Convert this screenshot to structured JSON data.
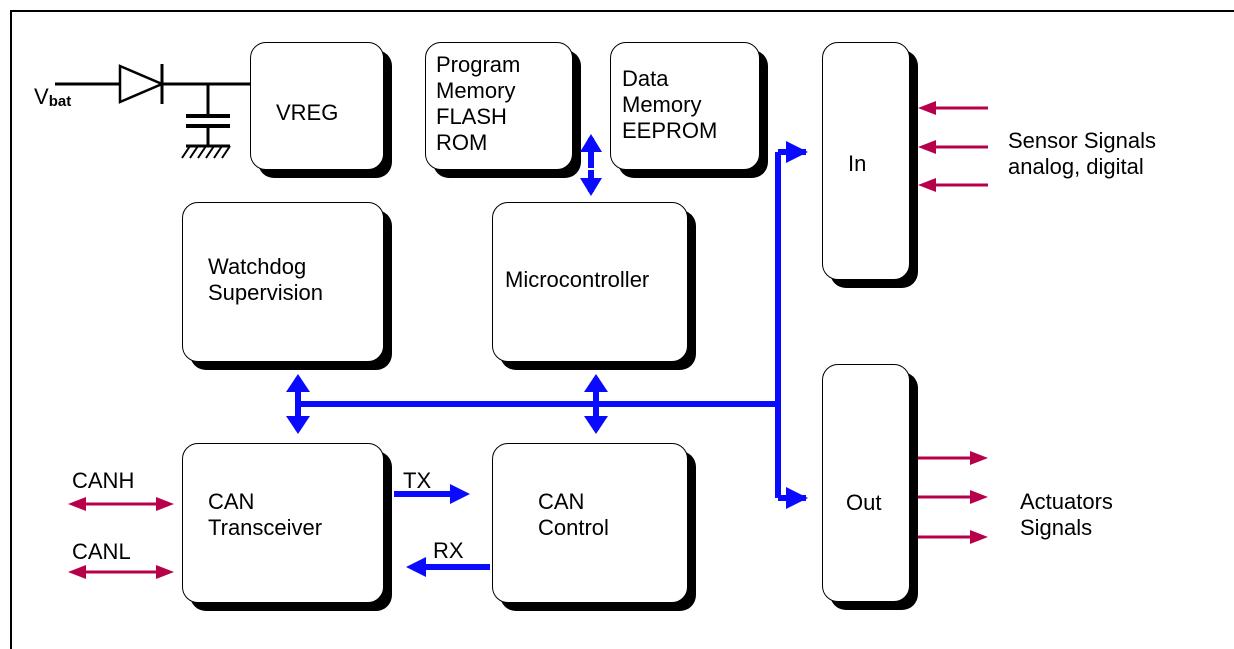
{
  "blocks": {
    "vreg": "VREG",
    "program_memory": "Program\nMemory\nFLASH\nROM",
    "data_memory": "Data\nMemory\nEEPROM",
    "in": "In",
    "watchdog": "Watchdog\nSupervision",
    "microcontroller": "Microcontroller",
    "out": "Out",
    "can_transceiver": "CAN\nTransceiver",
    "can_control": "CAN\nControl"
  },
  "labels": {
    "vbat_main": "V",
    "vbat_sub": "bat",
    "sensor_signals": "Sensor Signals\nanalog, digital",
    "actuators_signals": "Actuators\nSignals",
    "canh": "CANH",
    "canl": "CANL",
    "tx": "TX",
    "rx": "RX"
  },
  "colors": {
    "bus": "#0a0aff",
    "signal": "#b8004a",
    "line": "#000000"
  }
}
